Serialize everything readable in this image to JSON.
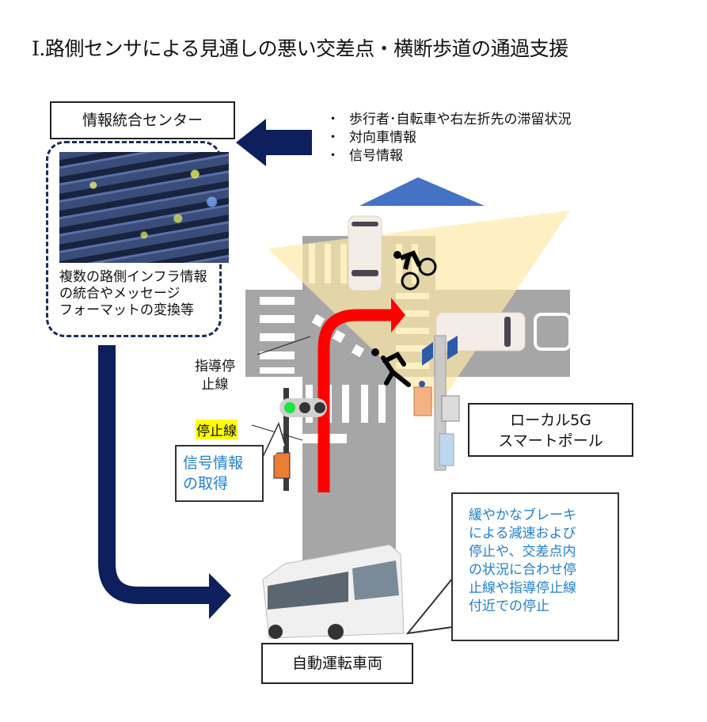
{
  "title": "Ⅰ.路側センサによる見通しの悪い交差点・横断歩道の通過支援",
  "info_center": {
    "label": "情報統合センター",
    "description": [
      "複数の路側インフラ情報",
      "の統合やメッセージ",
      "フォーマットの変換等"
    ],
    "image": "server-rack-photo"
  },
  "info_bullets": [
    "歩行者･自転車や右左折先の滞留状況",
    "対向車情報",
    "信号情報"
  ],
  "labels": {
    "guide_stop_line": [
      "指導停",
      "止線"
    ],
    "stop_line": "停止線",
    "signal_callout": [
      "信号情報",
      "の取得"
    ],
    "smart_pole": [
      "ローカル5G",
      "スマートポール"
    ],
    "bus": "自動運転車両",
    "bus_callout": [
      "緩やかなブレーキ",
      "による減速および",
      "停止や、交差点内",
      "の状況に合わせ停",
      "止線や指導停止線",
      "付近での停止"
    ]
  },
  "traffic_light": {
    "lamps": [
      "green",
      "off",
      "off"
    ]
  },
  "colors": {
    "navy_arrow": "#0d1f5c",
    "blue_triangle": "#4472c4",
    "route_red": "#ff0000",
    "road_gray": "#a6a6a6",
    "sensor_cone": "#fdeeb6",
    "callout_text": "#1f7fd1",
    "highlight_yellow": "#ffff00"
  }
}
